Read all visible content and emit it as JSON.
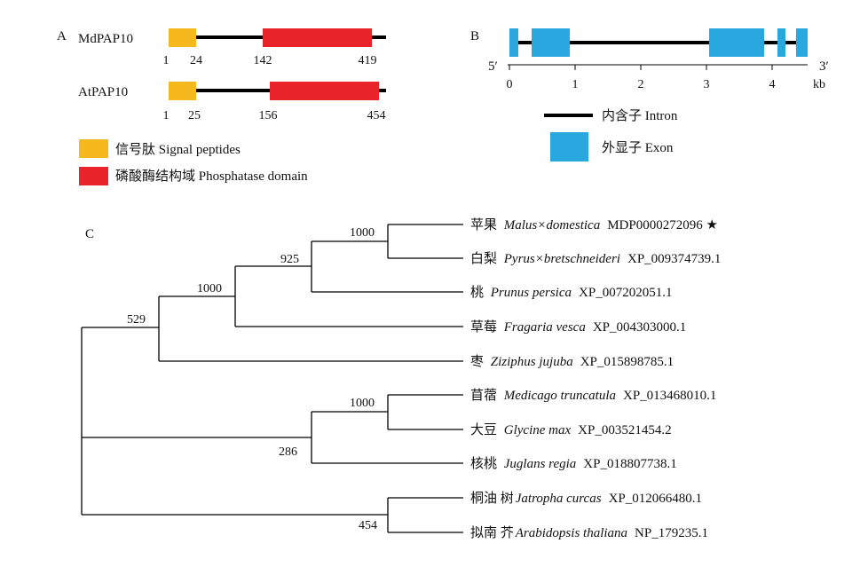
{
  "panelA": {
    "label": "A",
    "genes": [
      {
        "name": "MdPAP10",
        "ticks": [
          "1",
          "24",
          "142",
          "419"
        ]
      },
      {
        "name": "AtPAP10",
        "ticks": [
          "1",
          "25",
          "156",
          "454"
        ]
      }
    ],
    "legend": [
      {
        "text": "信号肽 Signal peptides",
        "color": "#F5B91E"
      },
      {
        "text": "磷酸酶结构域 Phosphatase domain",
        "color": "#E8242A"
      }
    ]
  },
  "panelB": {
    "label": "B",
    "end5": "5′",
    "end3": "3′",
    "axis_ticks": [
      "0",
      "1",
      "2",
      "3",
      "4"
    ],
    "unit": "kb",
    "legend": [
      {
        "text": "内含子 Intron",
        "color": "#000000"
      },
      {
        "text": "外显子 Exon",
        "color": "#29A8E0"
      }
    ]
  },
  "panelC": {
    "label": "C",
    "taxa": [
      {
        "cn": "苹果 ",
        "latin": "Malus×domestica",
        "acc": "MDP0000272096 ★"
      },
      {
        "cn": "白梨 ",
        "latin": "Pyrus×bretschneideri",
        "acc": "XP_009374739.1"
      },
      {
        "cn": "桃 ",
        "latin": "Prunus persica",
        "acc": "XP_007202051.1"
      },
      {
        "cn": "草莓 ",
        "latin": "Fragaria vesca",
        "acc": "XP_004303000.1"
      },
      {
        "cn": "枣 ",
        "latin": "Ziziphus jujuba",
        "acc": "XP_015898785.1"
      },
      {
        "cn": "苜蓿 ",
        "latin": "Medicago truncatula",
        "acc": "XP_013468010.1"
      },
      {
        "cn": "大豆 ",
        "latin": "Glycine max",
        "acc": "XP_003521454.2"
      },
      {
        "cn": "核桃 ",
        "latin": "Juglans regia",
        "acc": "XP_018807738.1"
      },
      {
        "cn": "桐油 树",
        "latin": "Jatropha curcas",
        "acc": "XP_012066480.1"
      },
      {
        "cn": "拟南 芥",
        "latin": "Arabidopsis thaliana",
        "acc": "NP_179235.1"
      }
    ],
    "bootstrap": [
      "1000",
      "925",
      "1000",
      "529",
      "1000",
      "286",
      "454"
    ]
  }
}
